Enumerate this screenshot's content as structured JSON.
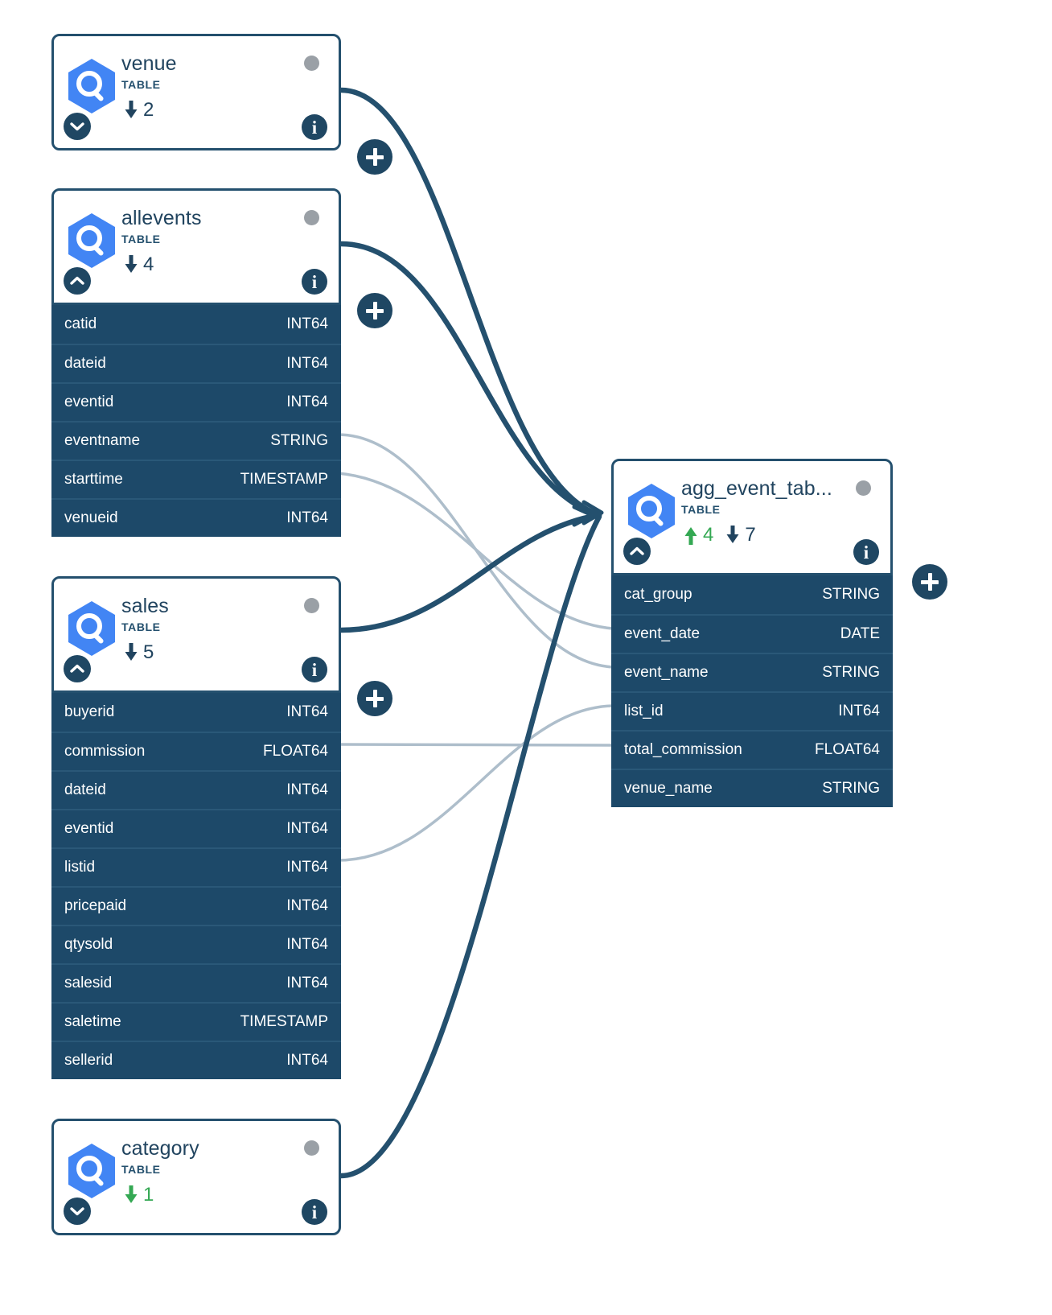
{
  "diagram": {
    "kind": "data-lineage-graph",
    "colors": {
      "node_border": "#24506e",
      "field_panel": "#1d4969",
      "field_divider": "#2a5878",
      "button": "#1f4763",
      "edge_primary": "#24506e",
      "edge_secondary": "#aebecb",
      "status_dot": "#9aa0a6",
      "count_up_green": "#34a853",
      "bq_icon_blue": "#4285f4"
    },
    "subtitle_label": "TABLE"
  },
  "nodes": [
    {
      "id": "venue",
      "title": "venue",
      "subtitle": "TABLE",
      "status": "idle",
      "counts": {
        "up": null,
        "down": "2",
        "down_color": "dark"
      },
      "expanded": false,
      "chevron": "chevron-down",
      "info": "i",
      "fields": []
    },
    {
      "id": "allevents",
      "title": "allevents",
      "subtitle": "TABLE",
      "status": "idle",
      "counts": {
        "up": null,
        "down": "4",
        "down_color": "dark"
      },
      "expanded": true,
      "chevron": "chevron-up",
      "info": "i",
      "fields": [
        {
          "name": "catid",
          "type": "INT64"
        },
        {
          "name": "dateid",
          "type": "INT64"
        },
        {
          "name": "eventid",
          "type": "INT64"
        },
        {
          "name": "eventname",
          "type": "STRING"
        },
        {
          "name": "starttime",
          "type": "TIMESTAMP"
        },
        {
          "name": "venueid",
          "type": "INT64"
        }
      ]
    },
    {
      "id": "sales",
      "title": "sales",
      "subtitle": "TABLE",
      "status": "idle",
      "counts": {
        "up": null,
        "down": "5",
        "down_color": "dark"
      },
      "expanded": true,
      "chevron": "chevron-up",
      "info": "i",
      "fields": [
        {
          "name": "buyerid",
          "type": "INT64"
        },
        {
          "name": "commission",
          "type": "FLOAT64"
        },
        {
          "name": "dateid",
          "type": "INT64"
        },
        {
          "name": "eventid",
          "type": "INT64"
        },
        {
          "name": "listid",
          "type": "INT64"
        },
        {
          "name": "pricepaid",
          "type": "INT64"
        },
        {
          "name": "qtysold",
          "type": "INT64"
        },
        {
          "name": "salesid",
          "type": "INT64"
        },
        {
          "name": "saletime",
          "type": "TIMESTAMP"
        },
        {
          "name": "sellerid",
          "type": "INT64"
        }
      ]
    },
    {
      "id": "category",
      "title": "category",
      "subtitle": "TABLE",
      "status": "idle",
      "counts": {
        "up": null,
        "down": "1",
        "down_color": "green"
      },
      "expanded": false,
      "chevron": "chevron-down",
      "info": "i",
      "fields": []
    },
    {
      "id": "agg_event_table",
      "title": "agg_event_tab...",
      "subtitle": "TABLE",
      "status": "idle",
      "counts": {
        "up": "4",
        "down": "7",
        "down_color": "dark"
      },
      "expanded": true,
      "chevron": "chevron-up",
      "info": "i",
      "fields": [
        {
          "name": "cat_group",
          "type": "STRING"
        },
        {
          "name": "event_date",
          "type": "DATE"
        },
        {
          "name": "event_name",
          "type": "STRING"
        },
        {
          "name": "list_id",
          "type": "INT64"
        },
        {
          "name": "total_commission",
          "type": "FLOAT64"
        },
        {
          "name": "venue_name",
          "type": "STRING"
        }
      ]
    }
  ],
  "expand_buttons": [
    {
      "id": "expand-venue-downstream",
      "label": "+"
    },
    {
      "id": "expand-allevents-downstream",
      "label": "+"
    },
    {
      "id": "expand-sales-downstream",
      "label": "+"
    },
    {
      "id": "expand-agg-event-table-downstream",
      "label": "+"
    }
  ]
}
